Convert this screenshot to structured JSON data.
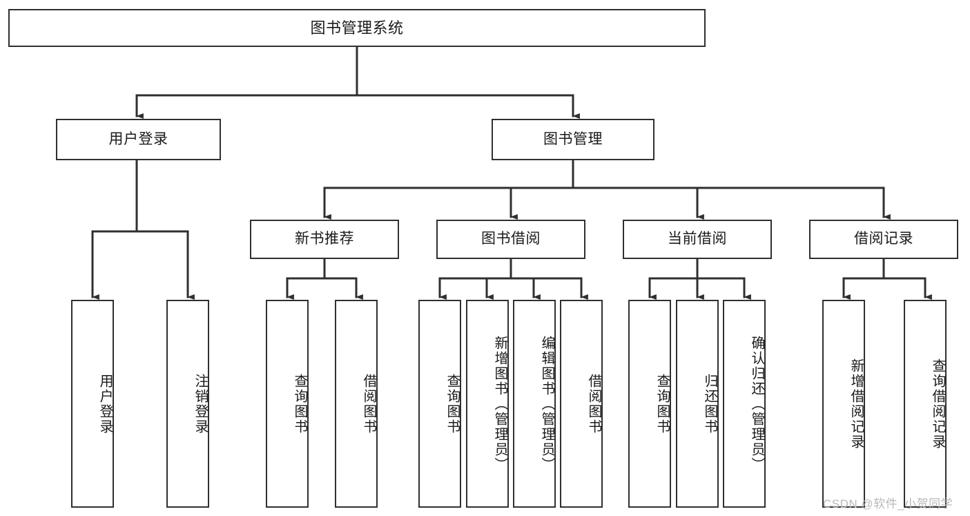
{
  "diagram": {
    "type": "tree",
    "title": "图书管理系统",
    "orientation": "top-down",
    "colors": {
      "box_border": "#2f2f2f",
      "box_fill": "#ffffff",
      "connector": "#2f2f2f",
      "text": "#1a1a1a",
      "watermark": "#b9b9b9",
      "background": "#ffffff"
    },
    "root": {
      "label": "图书管理系统"
    },
    "level1": [
      {
        "label": "用户登录"
      },
      {
        "label": "图书管理"
      }
    ],
    "level2": [
      {
        "label": "新书推荐"
      },
      {
        "label": "图书借阅"
      },
      {
        "label": "当前借阅"
      },
      {
        "label": "借阅记录"
      }
    ],
    "leaves": {
      "user_login": [
        {
          "label": "用户登录"
        },
        {
          "label": "注销登录"
        }
      ],
      "new_book_recommend": [
        {
          "label": "查询图书"
        },
        {
          "label": "借阅图书"
        }
      ],
      "book_borrow": [
        {
          "label": "查询图书"
        },
        {
          "label": "新增图书（管理员）"
        },
        {
          "label": "编辑图书（管理员）"
        },
        {
          "label": "借阅图书"
        }
      ],
      "current_borrow": [
        {
          "label": "查询图书"
        },
        {
          "label": "归还图书"
        },
        {
          "label": "确认归还（管理员）"
        }
      ],
      "borrow_record": [
        {
          "label": "新增借阅记录"
        },
        {
          "label": "查询借阅记录"
        }
      ]
    }
  },
  "watermark": {
    "text": "CSDN @软件_小贺同学"
  }
}
